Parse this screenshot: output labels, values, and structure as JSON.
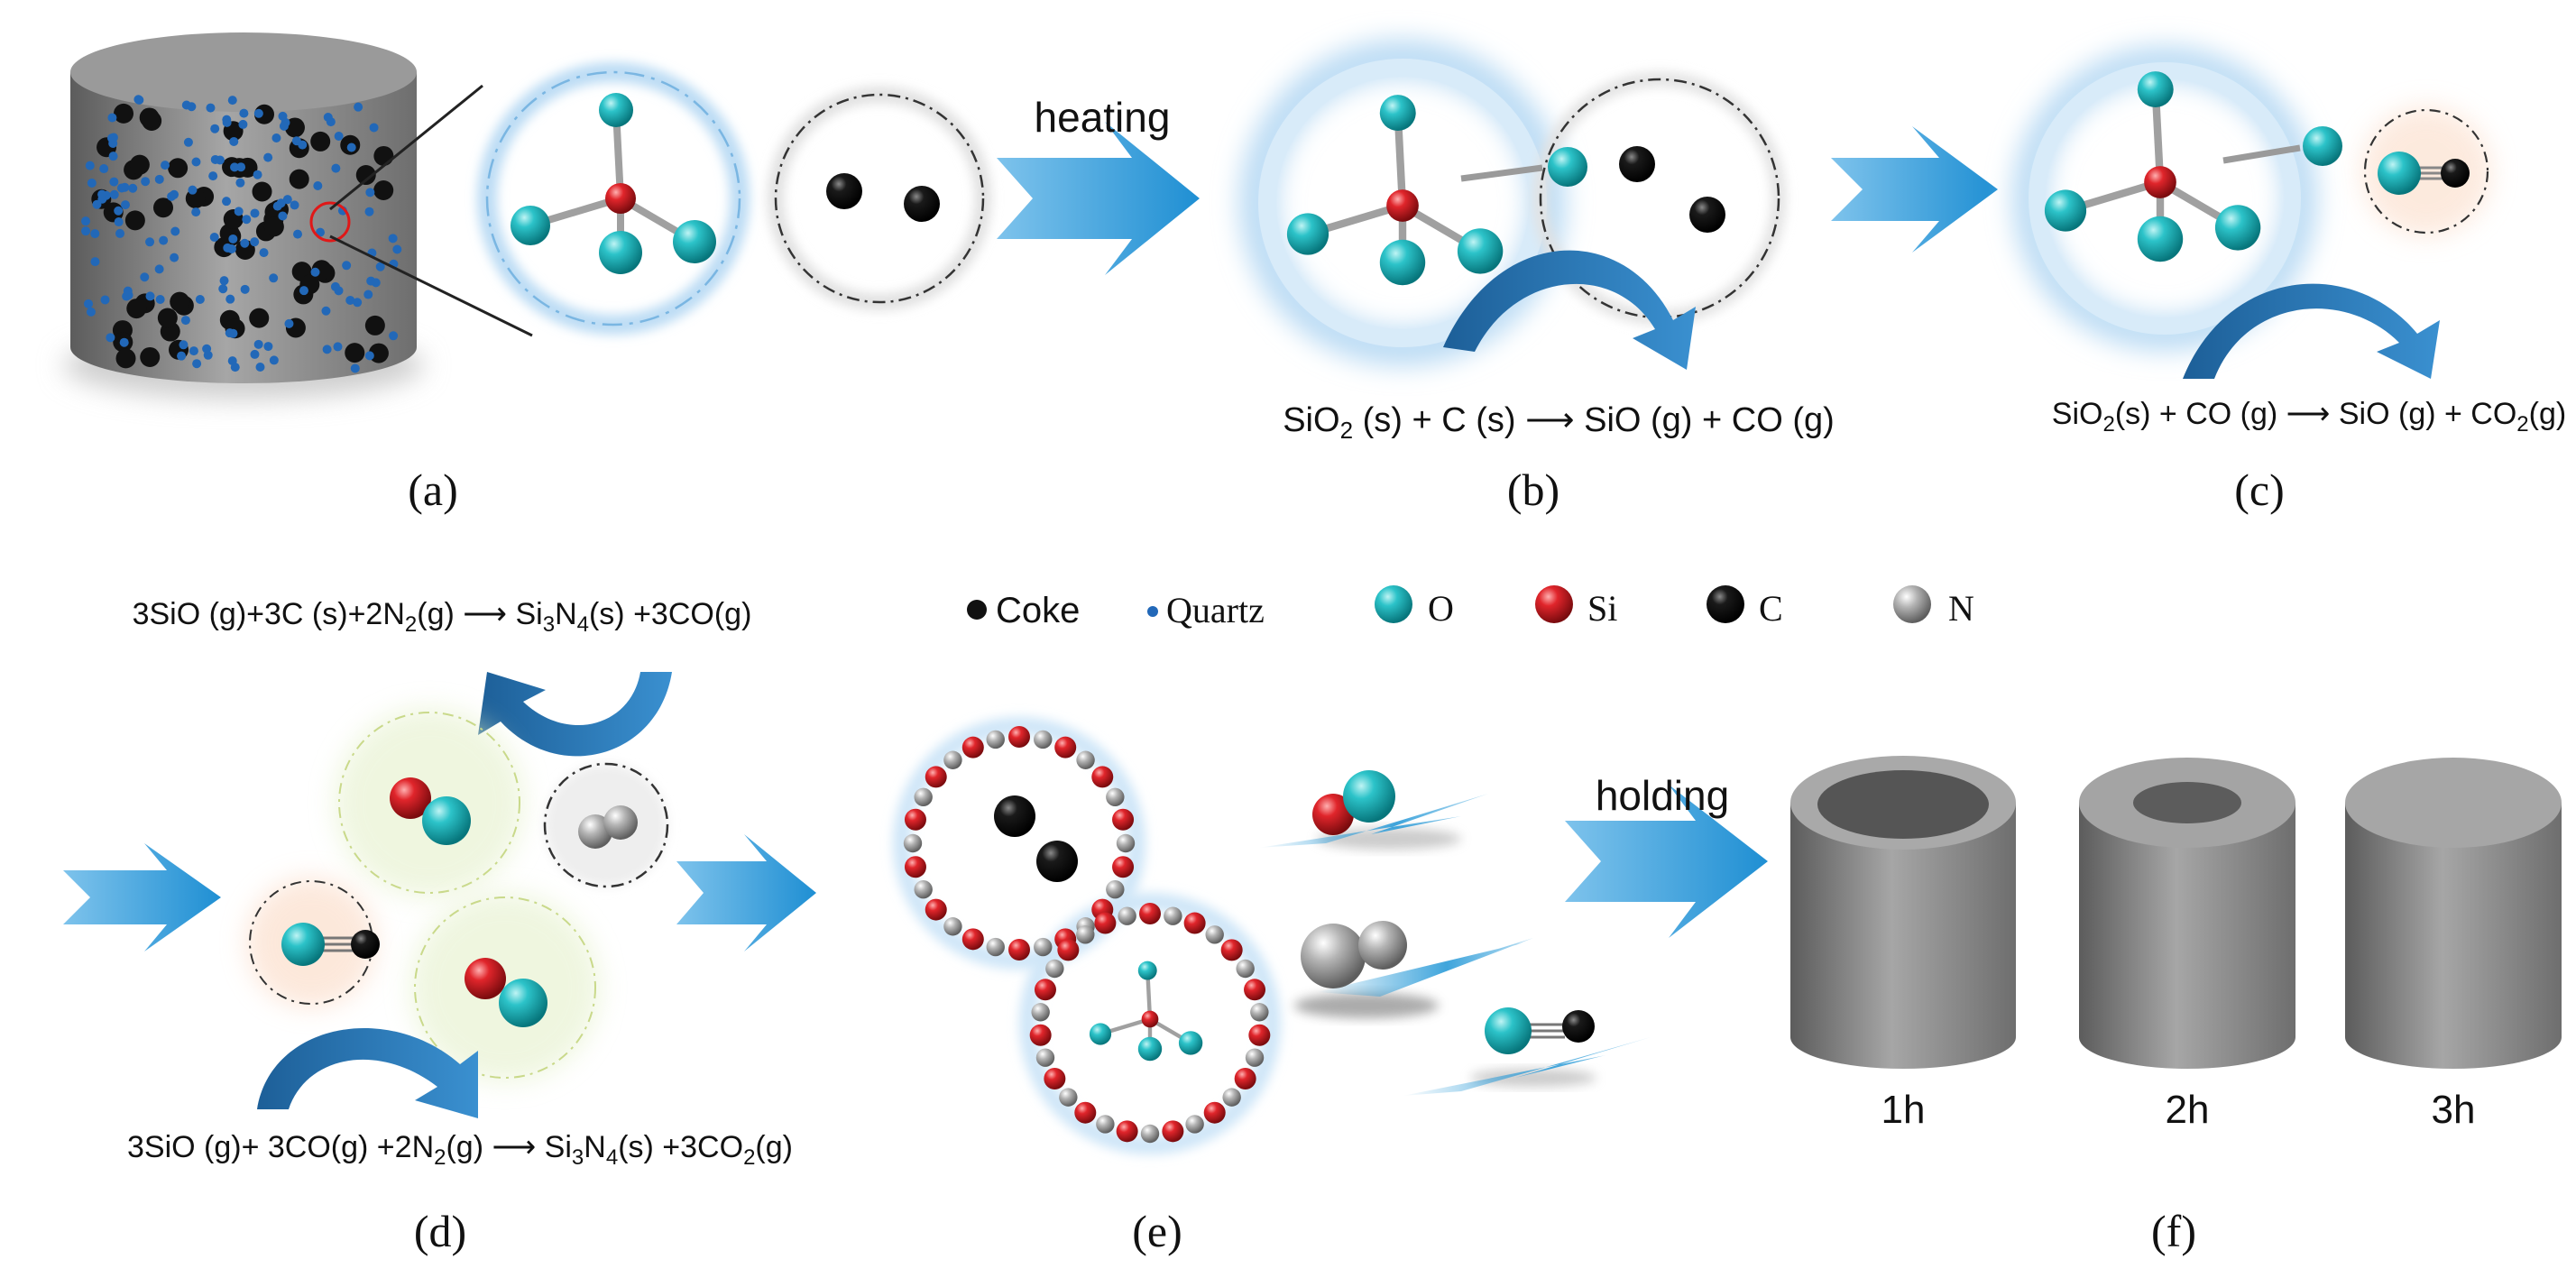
{
  "colors": {
    "arrow_blue": "#2a9bd8",
    "curved_arrow_blue": "#2b77b5",
    "oxygen": "#16b0b8",
    "silicon": "#d41f26",
    "carbon": "#111111",
    "nitrogen": "#9b9b9b",
    "quartz_dot": "#2268b8",
    "cylinder_gray": "#8c8c8c",
    "glow_blue": "#bcdcf4",
    "glow_orange": "#fbd9c3",
    "glow_green": "#e2efc6"
  },
  "labels": {
    "heating": "heating",
    "holding": "holding"
  },
  "panel_labels": {
    "a": "(a)",
    "b": "(b)",
    "c": "(c)",
    "d": "(d)",
    "e": "(e)",
    "f": "(f)"
  },
  "equations": {
    "b": {
      "p1": "SiO",
      "s1": "2",
      "p2": " (s) + C (s) ",
      "arrow": "⟶",
      "p3": " SiO (g) + CO (g)"
    },
    "c": {
      "p1": "SiO",
      "s1": "2",
      "p2": "(s) + CO (g) ",
      "arrow": "⟶",
      "p3": " SiO (g) + CO",
      "s2": "2",
      "p4": "(g)"
    },
    "d_top": {
      "p1": "3SiO (g)+3C (s)+2N",
      "s1": "2",
      "p2": "(g) ",
      "arrow": "⟶",
      "p3": " Si",
      "s2": "3",
      "p4": "N",
      "s3": "4",
      "p5": "(s) +3CO(g)"
    },
    "d_bottom": {
      "p1": "3SiO (g)+ 3CO(g) +2N",
      "s1": "2",
      "p2": "(g) ",
      "arrow": "⟶",
      "p3": " Si",
      "s2": "3",
      "p4": "N",
      "s3": "4",
      "p5": "(s) +3CO",
      "s4": "2",
      "p6": "(g)"
    }
  },
  "legend": [
    {
      "label": "Coke",
      "icon": "black-dot-icon"
    },
    {
      "label": "Quartz",
      "icon": "blue-dot-icon"
    },
    {
      "label": "O",
      "icon": "oxygen-sphere-icon"
    },
    {
      "label": "Si",
      "icon": "silicon-sphere-icon"
    },
    {
      "label": "C",
      "icon": "carbon-sphere-icon"
    },
    {
      "label": "N",
      "icon": "nitrogen-sphere-icon"
    }
  ],
  "time_labels": [
    "1h",
    "2h",
    "3h"
  ]
}
